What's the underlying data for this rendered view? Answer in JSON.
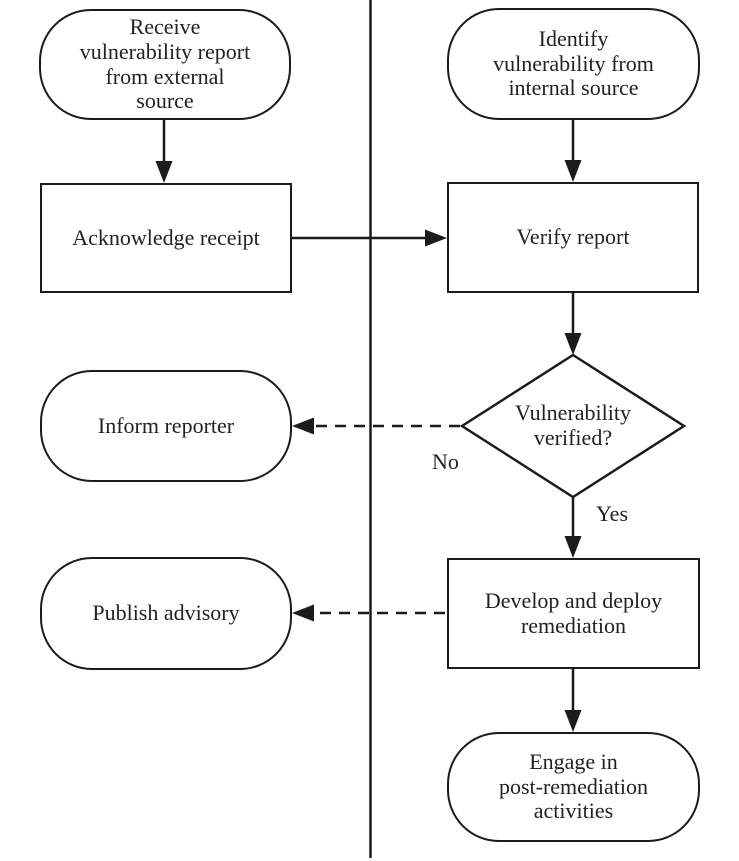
{
  "diagram": {
    "type": "flowchart",
    "colors": {
      "stroke": "#1b1b1b",
      "background": "#ffffff",
      "text": "#222222"
    },
    "nodes": {
      "receive_external": {
        "shape": "terminator",
        "lines": [
          "Receive",
          "vulnerability report",
          "from external",
          "source"
        ]
      },
      "identify_internal": {
        "shape": "terminator",
        "lines": [
          "Identify",
          "vulnerability from",
          "internal source"
        ]
      },
      "acknowledge": {
        "shape": "process",
        "label": "Acknowledge receipt"
      },
      "verify": {
        "shape": "process",
        "label": "Verify report"
      },
      "decision": {
        "shape": "decision",
        "lines": [
          "Vulnerability",
          "verified?"
        ]
      },
      "inform": {
        "shape": "terminator",
        "label": "Inform reporter"
      },
      "publish": {
        "shape": "terminator",
        "label": "Publish advisory"
      },
      "develop": {
        "shape": "process",
        "lines": [
          "Develop and deploy",
          "remediation"
        ]
      },
      "engage": {
        "shape": "terminator",
        "lines": [
          "Engage in",
          "post-remediation",
          "activities"
        ]
      }
    },
    "edges": [
      {
        "from": "receive_external",
        "to": "acknowledge",
        "style": "solid"
      },
      {
        "from": "identify_internal",
        "to": "verify",
        "style": "solid"
      },
      {
        "from": "acknowledge",
        "to": "verify",
        "style": "solid"
      },
      {
        "from": "verify",
        "to": "decision",
        "style": "solid"
      },
      {
        "from": "decision",
        "to": "inform",
        "style": "dashed",
        "label": "No"
      },
      {
        "from": "decision",
        "to": "develop",
        "style": "solid",
        "label": "Yes"
      },
      {
        "from": "develop",
        "to": "publish",
        "style": "dashed"
      },
      {
        "from": "develop",
        "to": "engage",
        "style": "solid"
      }
    ]
  }
}
